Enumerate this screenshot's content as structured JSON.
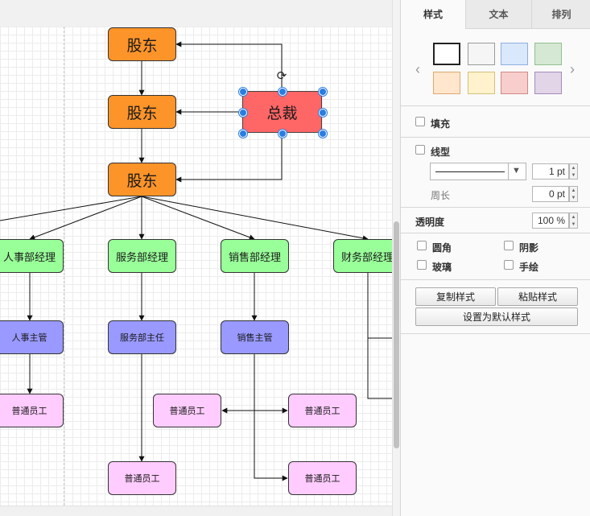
{
  "diagram": {
    "shareholder_1": "股东",
    "shareholder_2": "股东",
    "shareholder_3": "股东",
    "ceo": "总裁",
    "hr_manager": "人事部经理",
    "service_manager": "服务部经理",
    "sales_manager": "销售部经理",
    "finance_manager": "财务部经理",
    "hr_supervisor": "人事主管",
    "service_director": "服务部主任",
    "sales_supervisor": "销售主管",
    "staff_1": "普通员工",
    "staff_2": "普通员工",
    "staff_3": "普通员工",
    "staff_4": "普通员工",
    "staff_5": "普通员工",
    "rotate_icon": "rotate-icon"
  },
  "colors": {
    "shareholder": "#fc9429",
    "ceo": "#ff6666",
    "manager": "#99ff99",
    "supervisor": "#9999ff",
    "staff": "#ffccff",
    "selection": "#2a7de1"
  },
  "panel": {
    "tabs": [
      "样式",
      "文本",
      "排列"
    ],
    "active_tab": "样式",
    "swatches": [
      "#ffffff",
      "#f5f5f5",
      "#dae8fc",
      "#d5e8d4",
      "#ffe6cc",
      "#fff2cc",
      "#f8cecc",
      "#e1d5e7"
    ],
    "fill_label": "填充",
    "line_label": "线型",
    "line_width": "1 pt",
    "perimeter_label": "周长",
    "perimeter_value": "0 pt",
    "opacity_label": "透明度",
    "opacity_value": "100 %",
    "rounded_label": "圆角",
    "shadow_label": "阴影",
    "glass_label": "玻璃",
    "sketch_label": "手绘",
    "copy_style": "复制样式",
    "paste_style": "粘贴样式",
    "set_default_style": "设置为默认样式"
  }
}
